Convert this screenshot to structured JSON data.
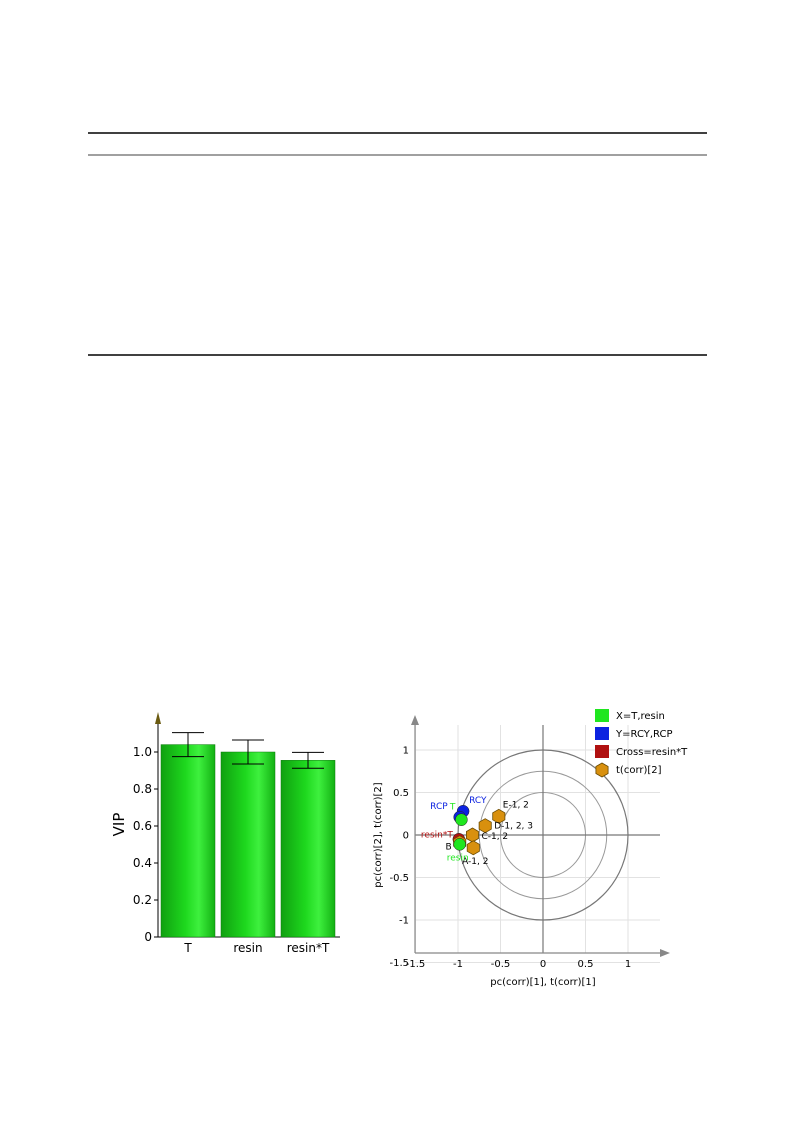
{
  "chart_data": [
    {
      "type": "bar",
      "categories": [
        "T",
        "resin",
        "resin*T"
      ],
      "values": [
        1.04,
        1.0,
        0.955
      ],
      "error": [
        [
          0.975,
          1.105
        ],
        [
          0.935,
          1.065
        ],
        [
          0.912,
          0.998
        ]
      ],
      "xlabel": "",
      "ylabel": "VIP",
      "ylim": [
        0,
        1.2
      ],
      "yticks": [
        "0",
        "0.2",
        "0.4",
        "0.6",
        "0.8",
        "1.0"
      ],
      "bar_color": "#1ed81e",
      "grid": false
    },
    {
      "type": "scatter",
      "xlabel": "pc(corr)[1], t(corr)[1]",
      "ylabel": "pc(corr)[2], t(corr)[2]",
      "xlim": [
        -1.5,
        1.5
      ],
      "ylim": [
        -1.5,
        1.5
      ],
      "xticks": [
        "-1.5",
        "-1",
        "-0.5",
        "0",
        "0.5",
        "1"
      ],
      "yticks": [
        "-1.5",
        "-1",
        "-0.5",
        "0",
        "0.5",
        "1"
      ],
      "circles": [
        1.0,
        0.75,
        0.5
      ],
      "grid": true,
      "legend_position": "top-right",
      "legend": [
        {
          "label": "X=T,resin",
          "color": "#1fe61f",
          "shape": "square"
        },
        {
          "label": "Y=RCY,RCP",
          "color": "#0c22e0",
          "shape": "square"
        },
        {
          "label": "Cross=resin*T",
          "color": "#b01010",
          "shape": "square"
        },
        {
          "label": "t(corr)[2]",
          "color": "#d8900e",
          "shape": "hexagon"
        }
      ],
      "series": [
        {
          "name": "X=T,resin",
          "color": "#1fe61f",
          "points": [
            {
              "label": "T",
              "x": -0.96,
              "y": 0.18
            },
            {
              "label": "resin",
              "x": -0.98,
              "y": -0.11
            }
          ]
        },
        {
          "name": "Y=RCY,RCP",
          "color": "#0c22e0",
          "points": [
            {
              "label": "RCY",
              "x": -0.94,
              "y": 0.28
            },
            {
              "label": "RCP",
              "x": -0.98,
              "y": 0.21
            }
          ]
        },
        {
          "name": "Cross=resin*T",
          "color": "#b01010",
          "points": [
            {
              "label": "resin*T",
              "x": -0.99,
              "y": -0.05
            }
          ]
        },
        {
          "name": "t(corr)[2]",
          "color": "#d8900e",
          "points": [
            {
              "label": "E-1, 2",
              "x": -0.52,
              "y": 0.22
            },
            {
              "label": "D-1, 2, 3",
              "x": -0.68,
              "y": 0.11
            },
            {
              "label": "C-1, 2",
              "x": -0.83,
              "y": 0.0
            },
            {
              "label": "A-1, 2",
              "x": -0.82,
              "y": -0.15
            },
            {
              "label": "B",
              "x": -0.98,
              "y": -0.09
            }
          ]
        }
      ]
    }
  ]
}
